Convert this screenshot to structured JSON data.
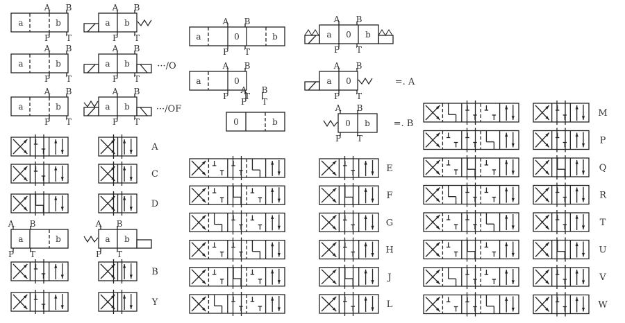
{
  "ports": {
    "A": "A",
    "B": "B",
    "P": "P",
    "T": "T"
  },
  "positions": {
    "a": "a",
    "b": "b",
    "zero": "0"
  },
  "suffixes": {
    "o": "···/O",
    "of": "···/OF",
    "eqA": "=. A",
    "eqB": "=. B"
  },
  "spool_codes": {
    "left": [
      "A",
      "C",
      "D",
      "B",
      "Y"
    ],
    "middle": [
      "E",
      "F",
      "G",
      "H",
      "J",
      "L"
    ],
    "right": [
      "M",
      "P",
      "Q",
      "R",
      "T",
      "U",
      "V",
      "W"
    ]
  },
  "colors": {
    "line": "#222222",
    "text": "#333333"
  }
}
